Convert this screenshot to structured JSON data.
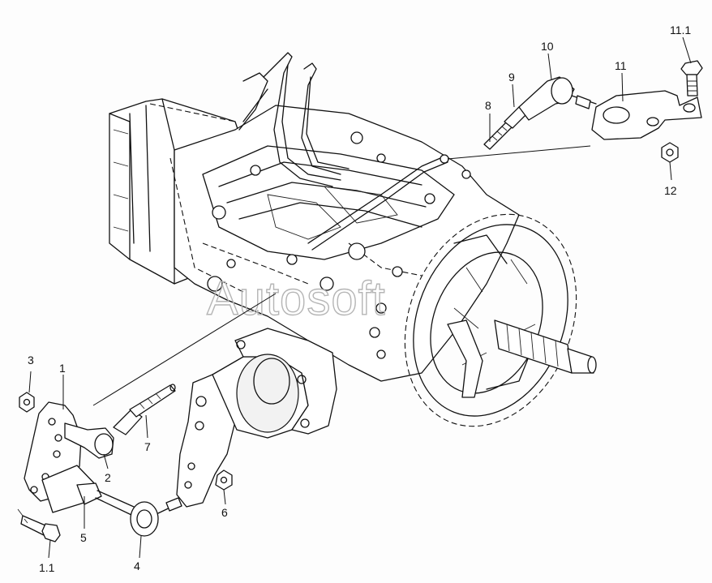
{
  "watermark": "Autosoft",
  "callouts": {
    "c1": "1",
    "c1_1": "1.1",
    "c2": "2",
    "c3": "3",
    "c4": "4",
    "c5": "5",
    "c6": "6",
    "c7": "7",
    "c8": "8",
    "c9": "9",
    "c10": "10",
    "c11": "11",
    "c11_1": "11.1",
    "c12": "12"
  }
}
